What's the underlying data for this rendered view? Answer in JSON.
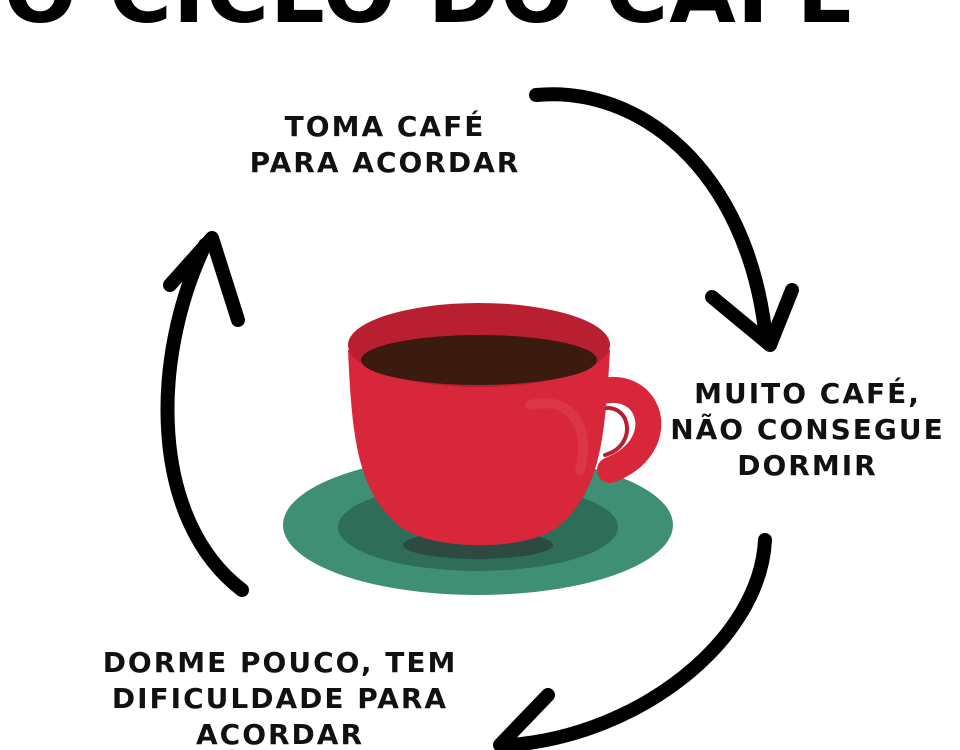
{
  "title": "O CICLO DO CAFÉ",
  "cycle": {
    "step1": [
      "TOMA CAFÉ",
      "PARA ACORDAR"
    ],
    "step2": [
      "MUITO CAFÉ,",
      "NÃO CONSEGUE",
      "DORMIR"
    ],
    "step3": [
      "DORME POUCO, TEM",
      "DIFICULDADE PARA",
      "ACORDAR"
    ]
  },
  "colors": {
    "arrow": "#000000",
    "cup": "#d8273a",
    "cup_dark": "#b81f30",
    "coffee": "#3b1a10",
    "saucer": "#3f8f75",
    "saucer_dark": "#2e6e59",
    "saucer_shadow": "#2c4a42"
  },
  "icons": [
    "coffee-cup-icon",
    "cycle-arrow-icon"
  ]
}
